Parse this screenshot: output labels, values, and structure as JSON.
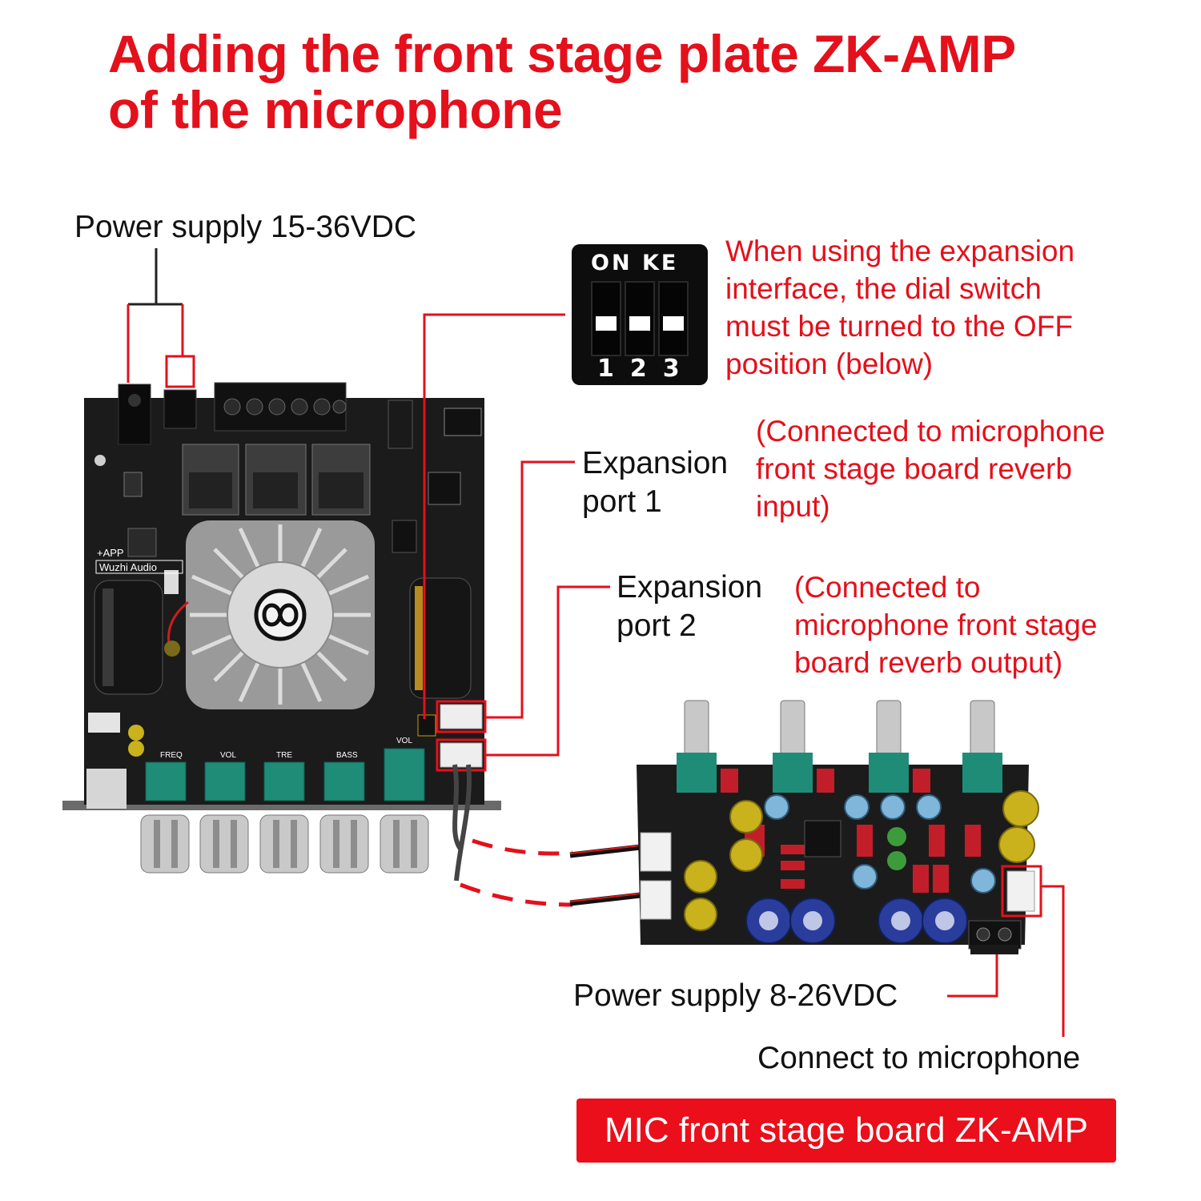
{
  "title": {
    "line1": "Adding the front stage plate ZK-AMP",
    "line2": "of the microphone"
  },
  "labels": {
    "power_main": "Power supply 15-36VDC",
    "expansion1": [
      "Expansion",
      "port 1"
    ],
    "expansion2": [
      "Expansion",
      "port 2"
    ],
    "power_mic": "Power supply 8-26VDC",
    "connect_mic": "Connect to microphone"
  },
  "notes": {
    "dip_note": [
      "When using the expansion",
      "interface, the dial switch",
      "must be turned to the OFF",
      "position (below)"
    ],
    "port1_note": [
      "(Connected to microphone",
      "front stage board reverb",
      "input)"
    ],
    "port2_note": [
      "(Connected to",
      "microphone front stage",
      "board reverb output)"
    ]
  },
  "dip_switch": {
    "top_text": "ON KE",
    "numbers": "123"
  },
  "board": {
    "brand": "Wuzhi Audio",
    "app": "+APP",
    "knob_labels": [
      "FREQ",
      "VOL",
      "TRE",
      "BASS",
      "VOL"
    ]
  },
  "banner": "MIC front stage board ZK-AMP",
  "colors": {
    "accent_red": "#e4101b",
    "board_black": "#1b1b1b",
    "heatsink": "#b8b8b8",
    "cap_blue": "#2a3d9c",
    "cap_yellow": "#c9b21c",
    "trimmer_green": "#1f8c78"
  }
}
